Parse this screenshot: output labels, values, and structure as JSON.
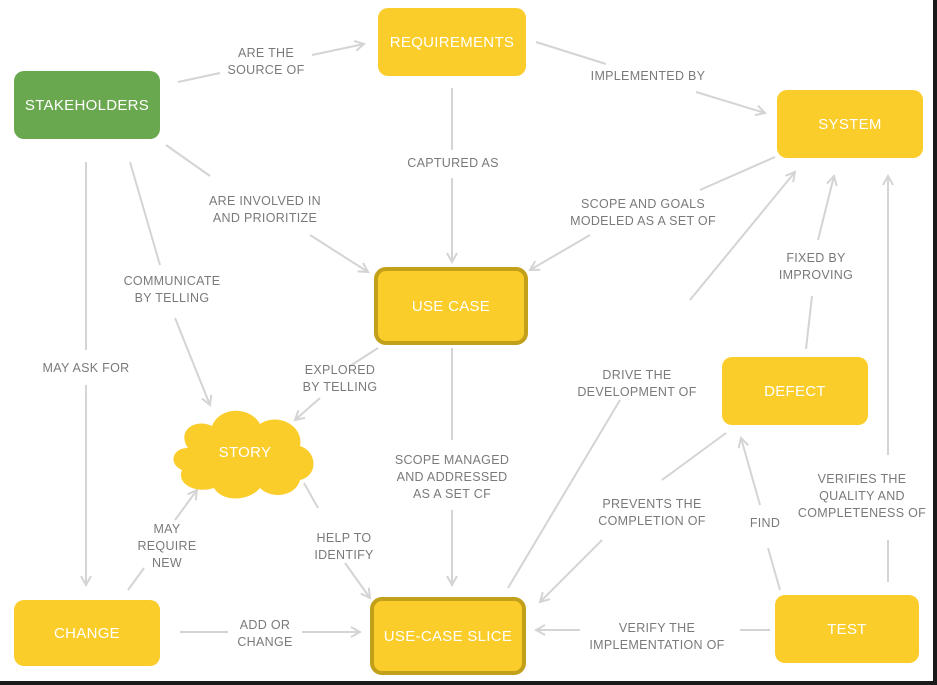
{
  "nodes": {
    "stakeholders": "STAKEHOLDERS",
    "requirements": "REQUIREMENTS",
    "system": "SYSTEM",
    "use_case": "USE CASE",
    "story": "STORY",
    "defect": "DEFECT",
    "change": "CHANGE",
    "use_case_slice": "USE-CASE SLICE",
    "test": "TEST"
  },
  "edges": {
    "are_the_source_of": [
      "ARE THE",
      "SOURCE OF"
    ],
    "implemented_by": [
      "IMPLEMENTED BY"
    ],
    "captured_as": [
      "CAPTURED AS"
    ],
    "are_involved_in": [
      "ARE INVOLVED IN",
      "AND PRIORITIZE"
    ],
    "scope_and_goals": [
      "SCOPE AND GOALS",
      "MODELED AS A SET OF"
    ],
    "fixed_by": [
      "FIXED BY",
      "IMPROVING"
    ],
    "communicate": [
      "COMMUNICATE",
      "BY TELLING"
    ],
    "may_ask_for": [
      "MAY ASK FOR"
    ],
    "explored": [
      "EXPLORED",
      "BY TELLING"
    ],
    "drive_the_development": [
      "DRIVE THE",
      "DEVELOPMENT OF"
    ],
    "scope_managed": [
      "SCOPE MANAGED",
      "AND ADDRESSED",
      "AS A SET CF"
    ],
    "verifies_quality": [
      "VERIFIES THE",
      "QUALITY AND",
      "COMPLETENESS OF"
    ],
    "prevents": [
      "PREVENTS THE",
      "COMPLETION OF"
    ],
    "find": [
      "FIND"
    ],
    "may_require_new": [
      "MAY",
      "REQUIRE",
      "NEW"
    ],
    "help_to_identify": [
      "HELP TO",
      "IDENTIFY"
    ],
    "add_or_change": [
      "ADD OR",
      "CHANGE"
    ],
    "verify_implementation": [
      "VERIFY THE",
      "IMPLEMENTATION OF"
    ]
  },
  "colors": {
    "node_yellow": "#fbcd2a",
    "node_green": "#6aa84f",
    "node_border": "#c2a019",
    "arrow": "#d4d4d4",
    "label": "#7a7a7a"
  }
}
